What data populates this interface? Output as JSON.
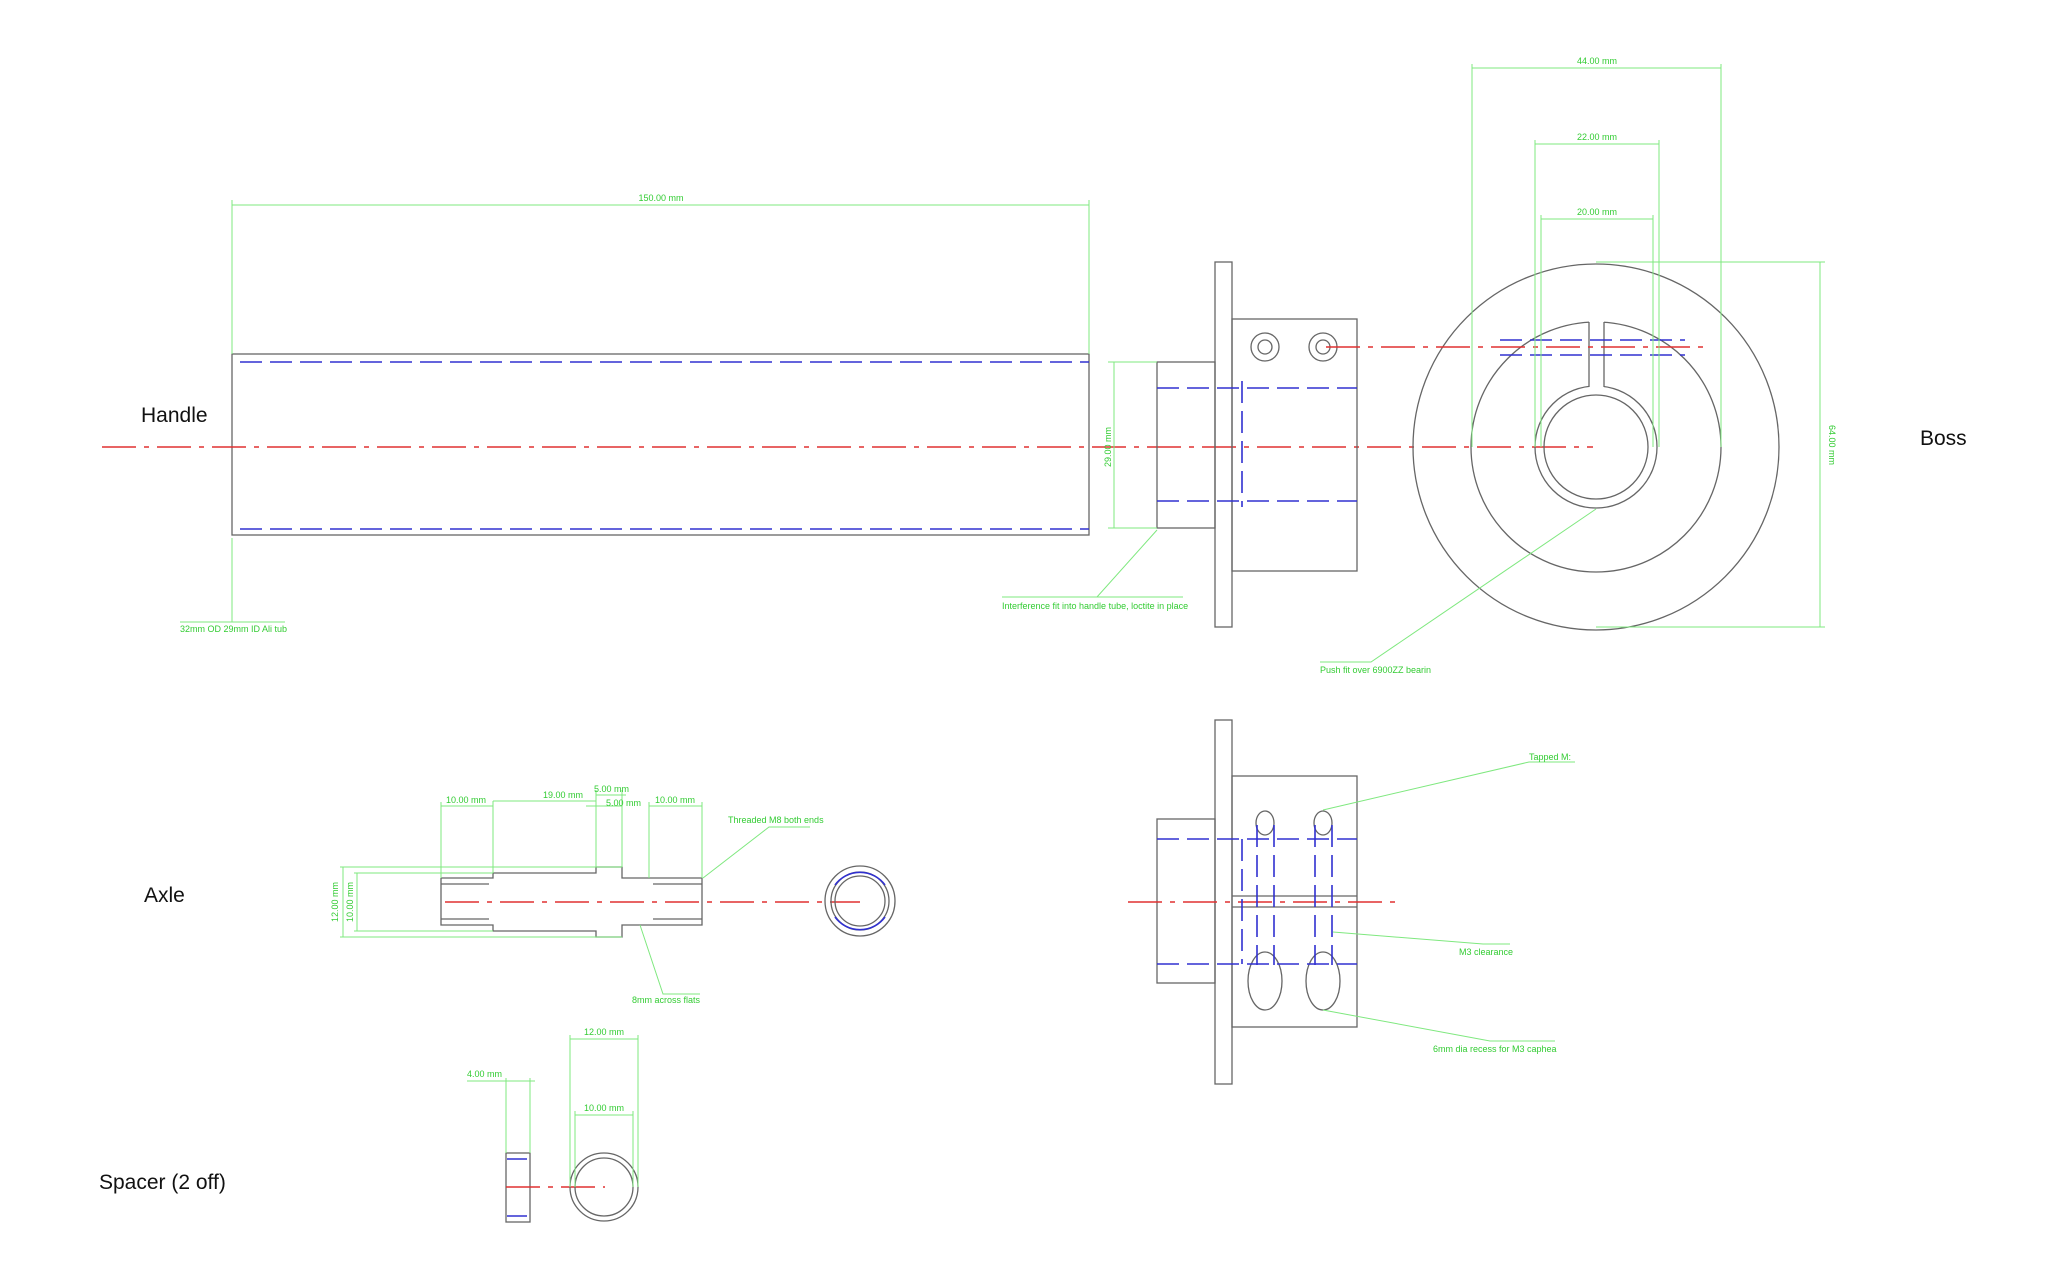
{
  "views": {
    "handle": {
      "label": "Handle",
      "length_dim": "150.00 mm",
      "note": "32mm OD  29mm ID Ali tub"
    },
    "boss": {
      "label": "Boss",
      "spigot_dim": "29.00 mm",
      "outer_dim": "44.00 mm",
      "mid_dim": "22.00 mm",
      "bore_dim": "20.00 mm",
      "height_dim": "64.00 mm",
      "note_interference": "Interference fit into handle tube, loctite in place",
      "note_bearing": "Push fit over 6900ZZ bearin",
      "note_tapped": "Tapped M:",
      "note_clearance": "M3 clearance",
      "note_recess": "6mm dia recess for M3 caphea"
    },
    "axle": {
      "label": "Axle",
      "dim_left": "10.00 mm",
      "dim_body": "19.00 mm",
      "dim_collar_top": "5.00 mm",
      "dim_collar": "5.00 mm",
      "dim_right": "10.00 mm",
      "dim_od": "12.00 mm",
      "dim_id": "10.00 mm",
      "note_thread": "Threaded M8 both ends",
      "note_flats": "8mm  across flats"
    },
    "spacer": {
      "label": "Spacer (2 off)",
      "dim_width": "4.00 mm",
      "dim_od": "12.00 mm",
      "dim_id": "10.00 mm"
    }
  }
}
